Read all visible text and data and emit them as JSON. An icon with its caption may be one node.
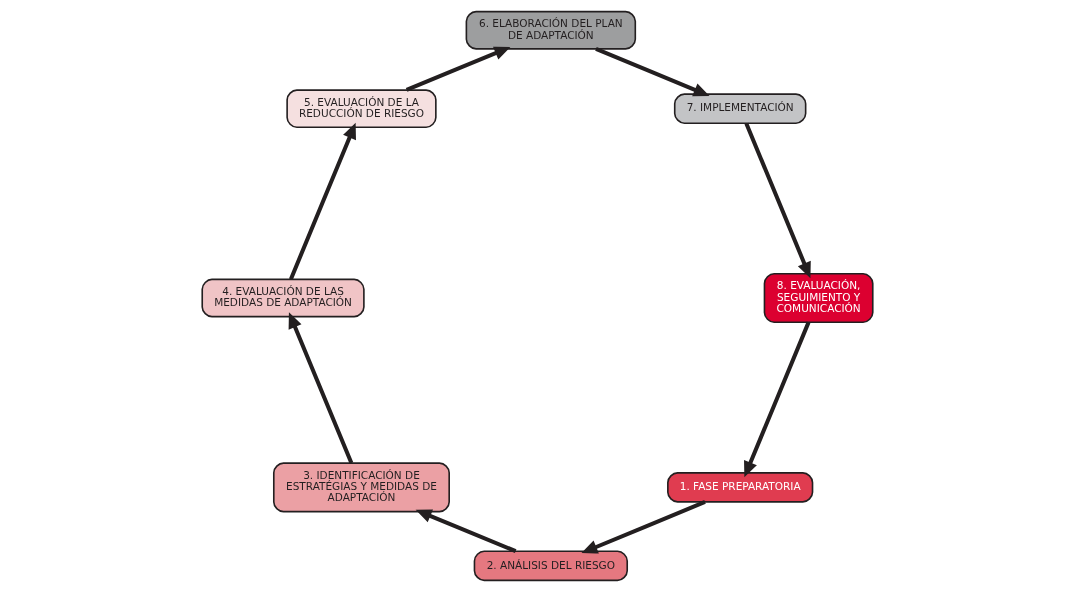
{
  "diagram": {
    "nodes": [
      {
        "text": [
          "1. FASE PREPARATORIA"
        ]
      },
      {
        "text": [
          "2. ANÁLISIS DEL RIESGO"
        ]
      },
      {
        "text": [
          "3. IDENTIFICACIÓN DE ESTRATÉGIAS Y MEDIDAS DE ADAPTACIÓN"
        ]
      },
      {
        "text": [
          "4. EVALUACIÓN DE LAS MEDIDAS DE ADAPTACIÓN"
        ]
      },
      {
        "text": [
          "5. EVALUACIÓN DE LA REDUCCIÓN DE RIESGO"
        ]
      },
      {
        "text": [
          "6. ELABORACIÓN DEL PLAN DE ADAPTACIÓN"
        ]
      },
      {
        "text": [
          "7. IMPLEMENTACIÓN"
        ]
      },
      {
        "text": [
          "8. EVALUACIÓN, SEGUIMIENTO Y COMUNICACIÓN"
        ]
      }
    ],
    "edges": [
      {
        "from": 0,
        "to": 1,
        "arrow": "to"
      },
      {
        "from": 1,
        "to": 2,
        "arrow": "to"
      },
      {
        "from": 2,
        "to": 3,
        "arrow": "to"
      },
      {
        "from": 3,
        "to": 4,
        "arrow": "to"
      },
      {
        "from": 4,
        "to": 5,
        "arrow": "to"
      },
      {
        "from": 5,
        "to": 6,
        "arrow": "to"
      },
      {
        "from": 6,
        "to": 7,
        "arrow": "to"
      },
      {
        "from": 7,
        "to": 0,
        "arrow": "to"
      }
    ]
  }
}
